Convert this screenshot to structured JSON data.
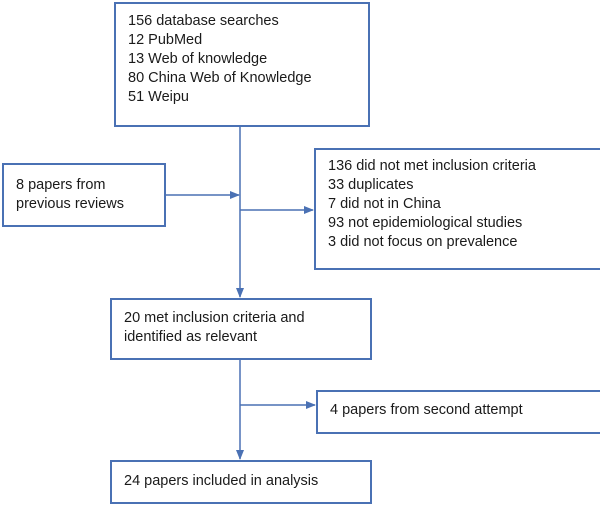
{
  "flowchart": {
    "searches": {
      "lines": [
        "156 database searches",
        "12 PubMed",
        "13 Web of knowledge",
        "80 China Web of Knowledge",
        "51 Weipu"
      ]
    },
    "previous_reviews": {
      "lines": [
        "8 papers from",
        "previous reviews"
      ]
    },
    "excluded": {
      "lines": [
        "136 did not met inclusion criteria",
        "33 duplicates",
        "7 did not in China",
        "93 not epidemiological studies",
        "3 did not focus on prevalence"
      ]
    },
    "met_criteria": {
      "lines": [
        "20 met inclusion criteria and",
        "identified as relevant"
      ]
    },
    "second_attempt": {
      "lines": [
        "4 papers from second attempt"
      ]
    },
    "included": {
      "lines": [
        "24 papers included in analysis"
      ]
    },
    "colors": {
      "border": "#4a71b4",
      "arrow": "#4a71b4",
      "text": "#1a1a1a"
    }
  }
}
